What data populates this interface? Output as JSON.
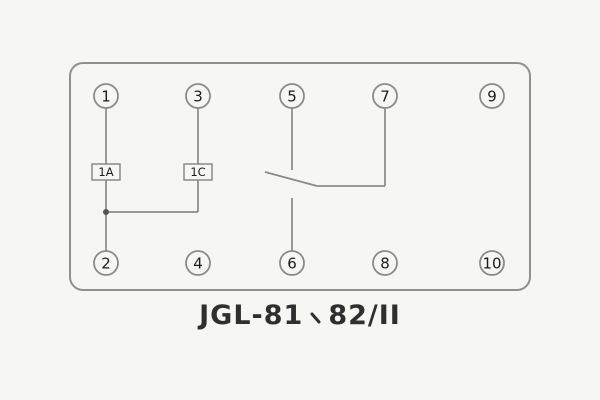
{
  "diagram": {
    "title": {
      "part1": "JGL-81",
      "separator": "、",
      "part2": "82/II",
      "full": "JGL-81、82/II"
    },
    "terminals": {
      "top": [
        "1",
        "3",
        "5",
        "7",
        "9"
      ],
      "bottom": [
        "2",
        "4",
        "6",
        "8",
        "10"
      ]
    },
    "components": [
      {
        "label": "1A"
      },
      {
        "label": "1C"
      }
    ],
    "contact": {
      "type": "normally-open-switch",
      "between_terminals": [
        "5",
        "6",
        "7"
      ]
    }
  },
  "colors": {
    "background": "#f6f6f4",
    "panel_border": "#8f8f8f",
    "wire": "#8a8a8a",
    "number_text": "#1c1c1c",
    "title_text": "#2f2f2f",
    "junction_dot": "#555555"
  }
}
